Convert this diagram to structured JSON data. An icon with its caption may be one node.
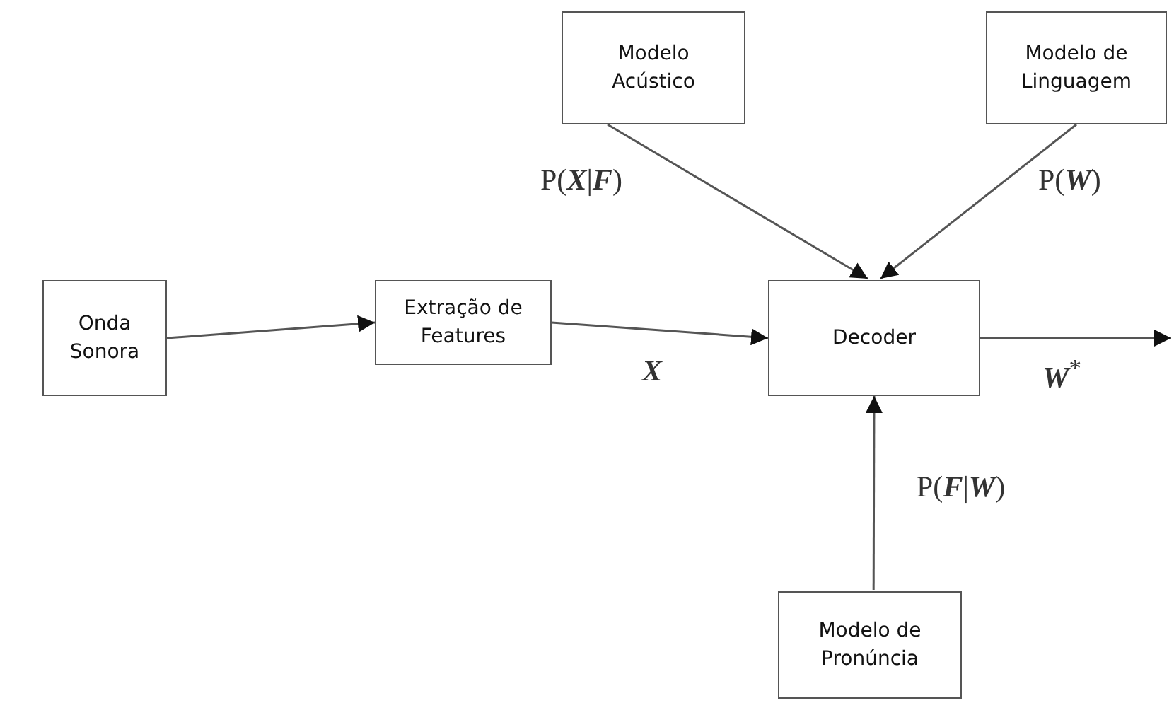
{
  "diagram": {
    "nodes": [
      {
        "text": [
          "Onda Sonora"
        ]
      },
      {
        "text": [
          "Extração de Features"
        ]
      },
      {
        "text": [
          "Decoder"
        ]
      },
      {
        "text": [
          "Modelo Acústico"
        ]
      },
      {
        "text": [
          "Modelo de Linguagem"
        ]
      },
      {
        "text": [
          "Modelo de Pronúncia"
        ]
      }
    ],
    "edges": [
      {
        "from": 0,
        "to": 1,
        "arrow": "to"
      },
      {
        "from": 1,
        "to": 2,
        "arrow": "to",
        "label": "**X**"
      },
      {
        "from": 3,
        "to": 2,
        "arrow": "to",
        "label": "P(**X**|**F**)"
      },
      {
        "from": 4,
        "to": 2,
        "arrow": "to",
        "label": "P(**W**)"
      },
      {
        "from": 5,
        "to": 2,
        "arrow": "to",
        "label": "P(**F**|**W**)"
      },
      {
        "from": 2,
        "to": null,
        "arrow": "to",
        "label": "**W**$^{*}$"
      }
    ]
  }
}
